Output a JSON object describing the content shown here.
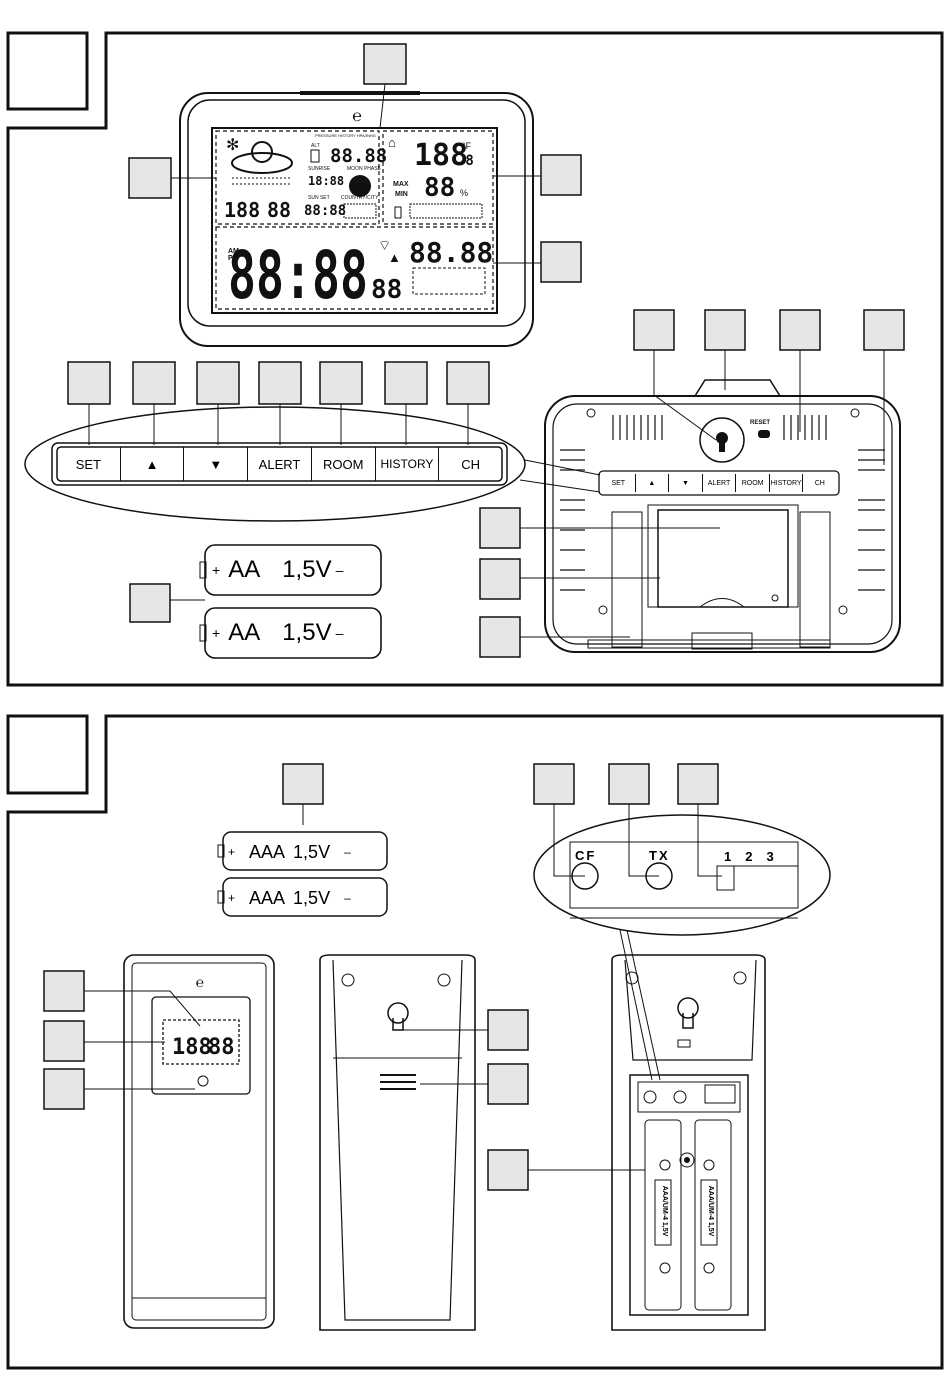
{
  "buttons": {
    "set": "SET",
    "up": "▲",
    "down": "▼",
    "alert": "ALERT",
    "room": "ROOM",
    "history": "HISTORY",
    "ch": "CH"
  },
  "batteries": {
    "base_type": "AA",
    "base_voltage": "1,5V",
    "sensor_type": "AAA",
    "sensor_voltage": "1,5V",
    "plus": "+",
    "minus": "–",
    "cell_label_1": "AAA/UM-4 1,5V",
    "cell_label_2": "AAA/UM-4 1,5V"
  },
  "lcd": {
    "main_temp": "188",
    "main_temp_dec": ".8",
    "main_temp_unit": "°F",
    "humidity": "88",
    "humidity_unit": "%",
    "max_label": "MAX",
    "min_label": "MIN",
    "clock": "88:88",
    "seconds": "88",
    "am": "AM",
    "pm": "PM",
    "date": "88.88",
    "sunrise_label": "SUNRISE",
    "sunset_label": "SUN SET",
    "moon_phase_label": "MOON PHASE",
    "country_city_label": "COUNTRY/CITY",
    "pressure_label": "PRESSURE HISTORY HPA/INHG",
    "alt_label": "ALT",
    "pressure_value": "88.88",
    "sunrise_time": "18:88",
    "sunset_time": "88:88",
    "outdoor_temp": "188",
    "outdoor_hum": "88",
    "sensor_temp": "188",
    "sensor_hum": "88"
  },
  "back_panel": {
    "reset_label": "RESET"
  },
  "sensor_panel": {
    "cf_label": "CF",
    "tx_label": "TX",
    "channels": [
      "1",
      "2",
      "3"
    ]
  }
}
